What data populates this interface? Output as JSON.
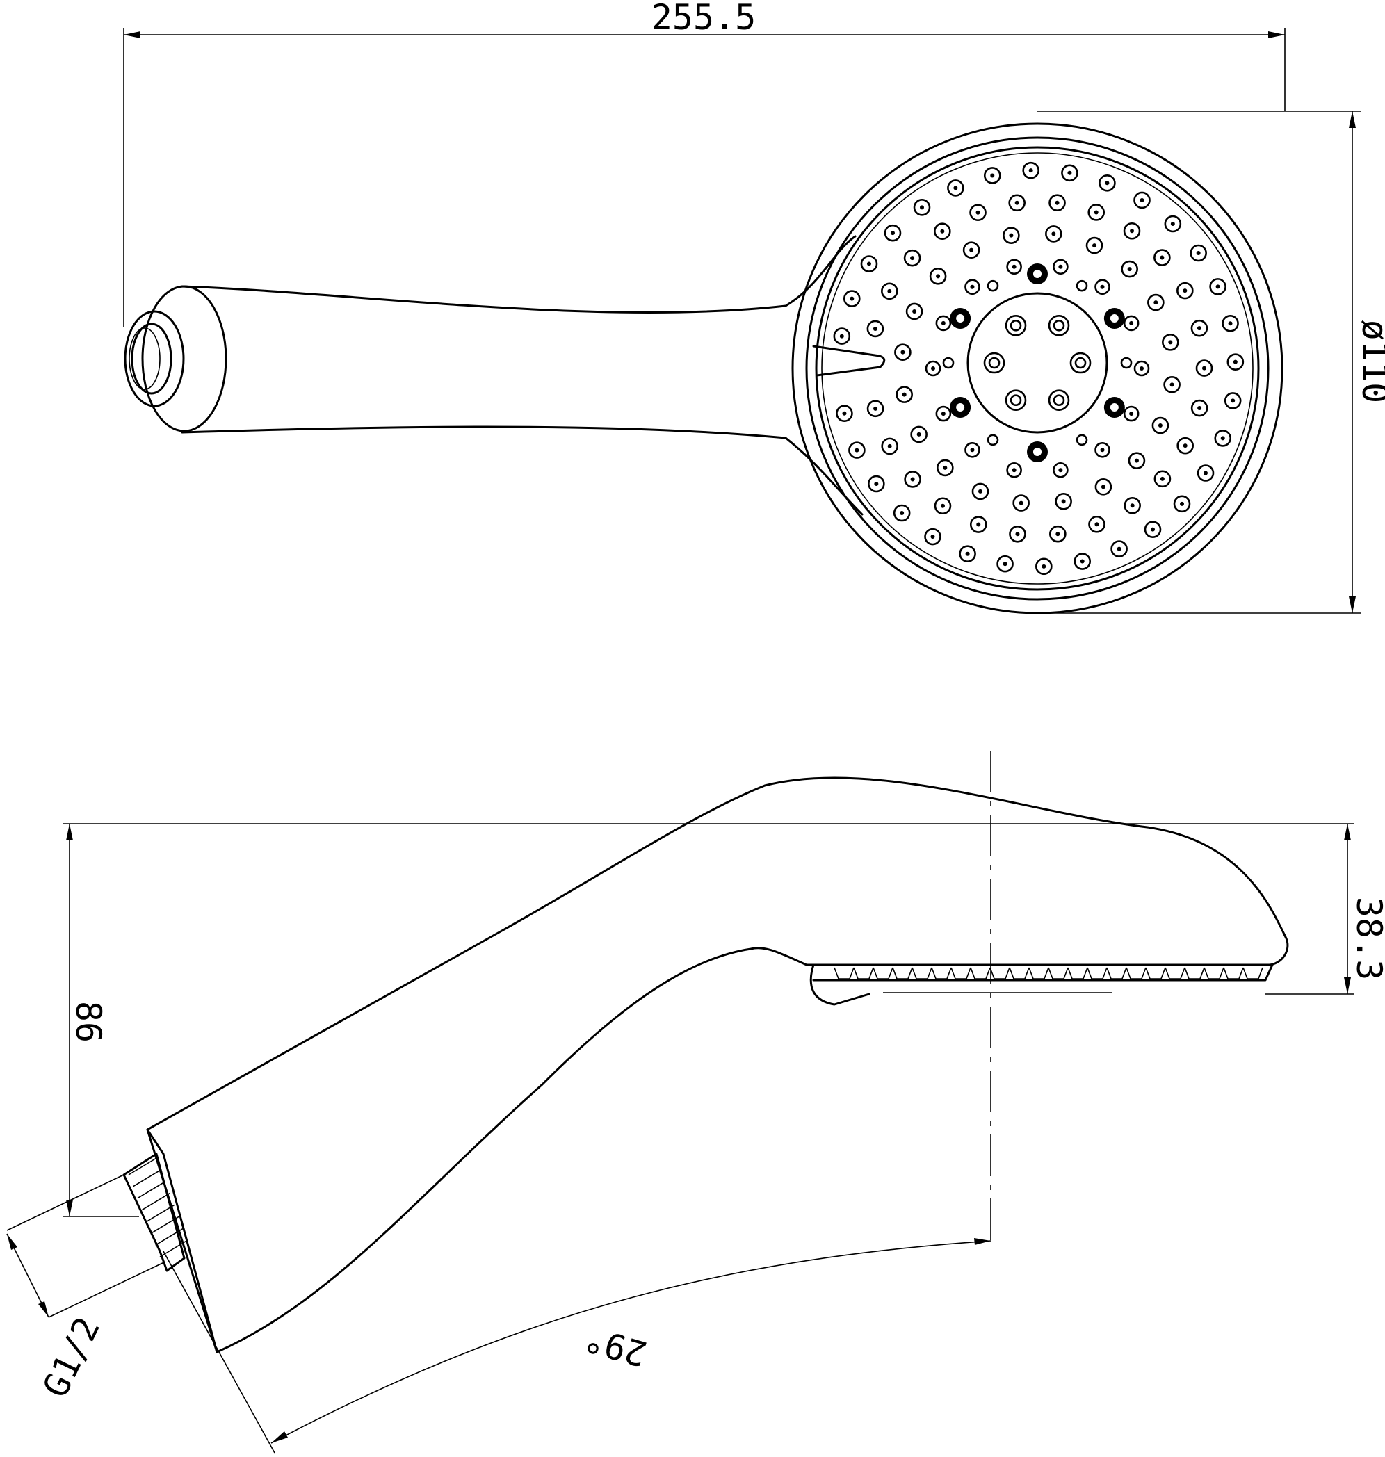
{
  "drawing": {
    "dimensions": {
      "total_length": "255.5",
      "head_diameter": "ø110",
      "height": "86",
      "head_depth": "38.3",
      "angle": "29°",
      "thread": "G1/2"
    }
  }
}
